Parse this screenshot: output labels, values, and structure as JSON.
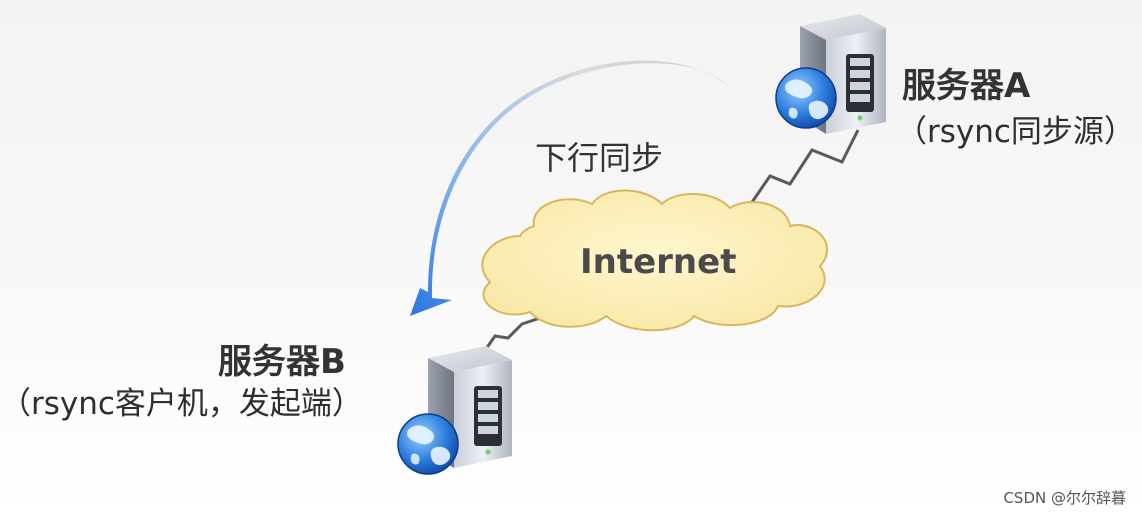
{
  "server_a": {
    "name": "服务器A",
    "role": "（rsync同步源）"
  },
  "server_b": {
    "name": "服务器B",
    "role": "（rsync客户机，发起端）"
  },
  "arrow_label": "下行同步",
  "cloud_label": "Internet",
  "watermark": "CSDN @尔尔辞暮",
  "colors": {
    "cloud_fill": "#fbeeb4",
    "cloud_stroke": "#d6b35a",
    "arrow_blue": "#3b82e6",
    "link_line": "#5a5a5a"
  }
}
